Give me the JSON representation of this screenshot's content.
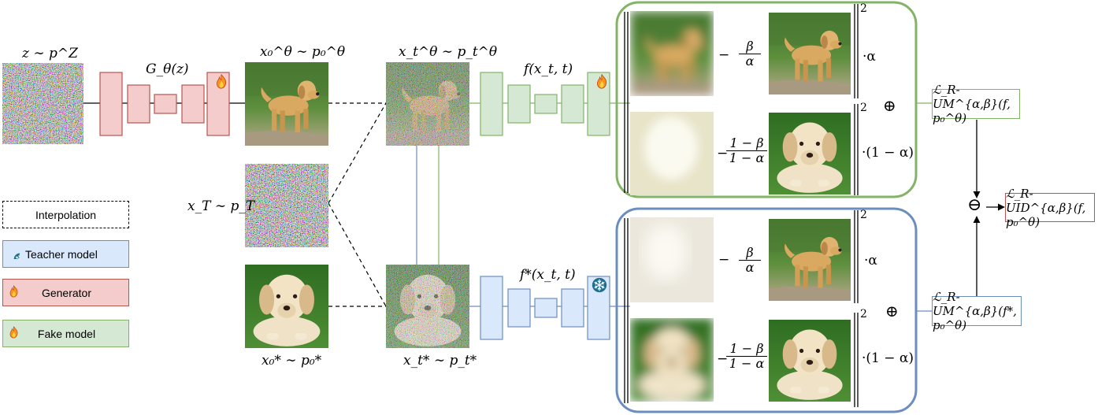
{
  "labels": {
    "z": "z ∼ p^Z",
    "generator": "G_θ(z)",
    "x0_theta": "x₀^θ ∼ p₀^θ",
    "xt_theta": "x_t^θ ∼ p_t^θ",
    "f_fake": "f(x_t, t)",
    "x_T": "x_T ∼ p_T",
    "x0_star": "x₀* ∼ p₀*",
    "xt_star": "x_t* ∼ p_t*",
    "f_teacher": "f*(x_t, t)"
  },
  "legend": {
    "interpolation": "Interpolation",
    "teacher": "Teacher model",
    "generator": "Generator",
    "fake": "Fake model"
  },
  "formula": {
    "minus": "−",
    "beta": "β",
    "alpha": "α",
    "one_minus_beta": "1 − β",
    "one_minus_alpha": "1 − α",
    "times_alpha": "·α",
    "times_one_minus_alpha": "·(1 − α)",
    "norm_power": "2",
    "oplus": "⊕",
    "ominus": "⊖"
  },
  "losses": {
    "fake": "ℒ_R-UM^{α,β}(f, p₀^θ)",
    "teacher": "ℒ_R-UM^{α,β}(f*, p₀^θ)",
    "uid": "ℒ_R-UID^{α,β}(f, p₀^θ)"
  },
  "icons": {
    "flame": "flame-icon",
    "snowflake": "snowflake-icon"
  },
  "colors": {
    "generator_fill": "#f4cccc",
    "generator_stroke": "#b85450",
    "fake_fill": "#d5e8d4",
    "fake_stroke": "#82b366",
    "teacher_fill": "#dae8fc",
    "teacher_stroke": "#6c8ebf",
    "uid_stroke": "#b85450"
  }
}
